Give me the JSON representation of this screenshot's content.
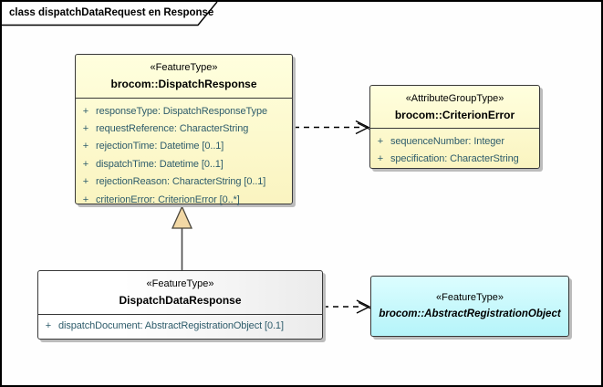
{
  "frame": {
    "title": "class dispatchDataRequest en Response"
  },
  "classes": {
    "dispatch_response": {
      "stereotype": "«FeatureType»",
      "name": "brocom::DispatchResponse",
      "attributes": [
        {
          "vis": "+",
          "text": "responseType: DispatchResponseType"
        },
        {
          "vis": "+",
          "text": "requestReference: CharacterString"
        },
        {
          "vis": "+",
          "text": "rejectionTime: Datetime [0..1]"
        },
        {
          "vis": "+",
          "text": "dispatchTime: Datetime [0..1]"
        },
        {
          "vis": "+",
          "text": "rejectionReason: CharacterString [0..1]"
        },
        {
          "vis": "+",
          "text": "criterionError: CriterionError [0..*]"
        }
      ]
    },
    "criterion_error": {
      "stereotype": "«AttributeGroupType»",
      "name": "brocom::CriterionError",
      "attributes": [
        {
          "vis": "+",
          "text": "sequenceNumber: Integer"
        },
        {
          "vis": "+",
          "text": "specification: CharacterString"
        }
      ]
    },
    "dispatch_data_response": {
      "stereotype": "«FeatureType»",
      "name": "DispatchDataResponse",
      "attributes": [
        {
          "vis": "+",
          "text": "dispatchDocument: AbstractRegistrationObject [0.1]"
        }
      ]
    },
    "abstract_registration_object": {
      "stereotype": "«FeatureType»",
      "name": "brocom::AbstractRegistrationObject"
    }
  },
  "relationships": [
    {
      "type": "dependency",
      "from": "brocom::DispatchResponse",
      "to": "brocom::CriterionError",
      "style": "dashed-open-arrow"
    },
    {
      "type": "generalization",
      "from": "DispatchDataResponse",
      "to": "brocom::DispatchResponse",
      "style": "solid-triangle"
    },
    {
      "type": "dependency",
      "from": "DispatchDataResponse",
      "to": "brocom::AbstractRegistrationObject",
      "style": "dashed-open-arrow"
    }
  ],
  "colors": {
    "class_fill_yellow_bot": "#FAF4C0",
    "class_fill_cyan_bot": "#B5F4F9",
    "attribute_text": "#2E5C6B",
    "border": "#383838",
    "shadow": "#BCBCBC",
    "triangle_fill": "#F2D8A5"
  }
}
